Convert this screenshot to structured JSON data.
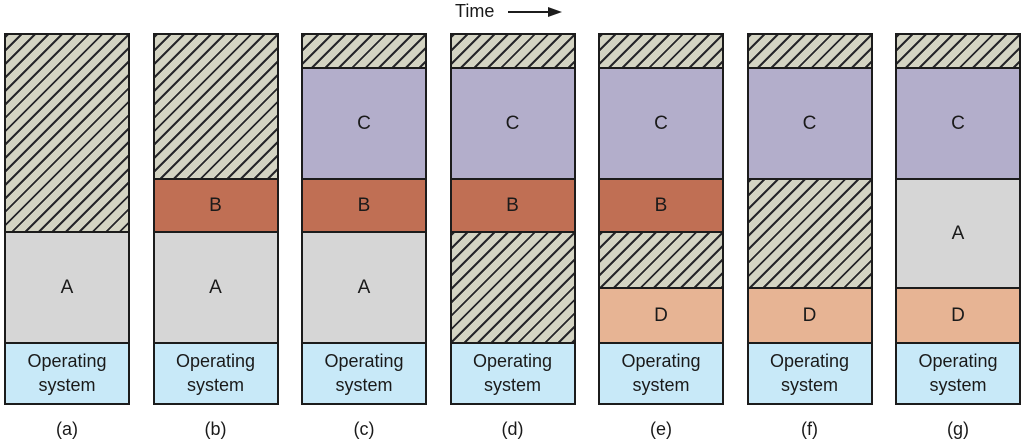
{
  "header": {
    "time_label": "Time",
    "arrow_icon": "right-arrow"
  },
  "colors": {
    "line": "#1c1c1c",
    "text": "#1a1a1a",
    "hatch_bg": "#d4d4c3",
    "hatch_line": "#26262a",
    "os_fill": "#c8e9f8",
    "process_fills": {
      "A": "#d6d6d6",
      "B": "#c06f54",
      "C": "#b3aecb",
      "D": "#e7b494"
    }
  },
  "diagram": {
    "os_label": "Operating system",
    "free_memory_style": "diagonal-hatch",
    "columns": [
      {
        "label": "(a)",
        "segments": [
          {
            "kind": "free",
            "h": 198
          },
          {
            "kind": "process",
            "name": "A",
            "h": 111
          },
          {
            "kind": "os",
            "h": 59
          }
        ]
      },
      {
        "label": "(b)",
        "segments": [
          {
            "kind": "free",
            "h": 145
          },
          {
            "kind": "process",
            "name": "B",
            "h": 53
          },
          {
            "kind": "process",
            "name": "A",
            "h": 111
          },
          {
            "kind": "os",
            "h": 59
          }
        ]
      },
      {
        "label": "(c)",
        "segments": [
          {
            "kind": "free",
            "h": 34
          },
          {
            "kind": "process",
            "name": "C",
            "h": 111
          },
          {
            "kind": "process",
            "name": "B",
            "h": 53
          },
          {
            "kind": "process",
            "name": "A",
            "h": 111
          },
          {
            "kind": "os",
            "h": 59
          }
        ]
      },
      {
        "label": "(d)",
        "segments": [
          {
            "kind": "free",
            "h": 34
          },
          {
            "kind": "process",
            "name": "C",
            "h": 111
          },
          {
            "kind": "process",
            "name": "B",
            "h": 53
          },
          {
            "kind": "free",
            "h": 111
          },
          {
            "kind": "os",
            "h": 59
          }
        ]
      },
      {
        "label": "(e)",
        "segments": [
          {
            "kind": "free",
            "h": 34
          },
          {
            "kind": "process",
            "name": "C",
            "h": 111
          },
          {
            "kind": "process",
            "name": "B",
            "h": 53
          },
          {
            "kind": "free",
            "h": 56
          },
          {
            "kind": "process",
            "name": "D",
            "h": 55
          },
          {
            "kind": "os",
            "h": 59
          }
        ]
      },
      {
        "label": "(f)",
        "segments": [
          {
            "kind": "free",
            "h": 34
          },
          {
            "kind": "process",
            "name": "C",
            "h": 111
          },
          {
            "kind": "free",
            "h": 109
          },
          {
            "kind": "process",
            "name": "D",
            "h": 55
          },
          {
            "kind": "os",
            "h": 59
          }
        ]
      },
      {
        "label": "(g)",
        "segments": [
          {
            "kind": "free",
            "h": 34
          },
          {
            "kind": "process",
            "name": "C",
            "h": 111
          },
          {
            "kind": "process",
            "name": "A",
            "h": 109
          },
          {
            "kind": "process",
            "name": "D",
            "h": 55
          },
          {
            "kind": "os",
            "h": 59
          }
        ]
      }
    ]
  }
}
